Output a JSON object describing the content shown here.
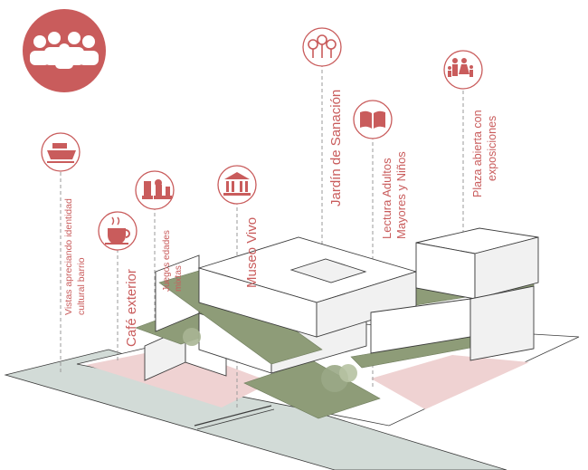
{
  "labels": {
    "vistas": [
      "Vistas apreciando identidad",
      "cultural barrio"
    ],
    "cafe": "Café exterior",
    "juegos": [
      "Juegos edades",
      "mixtas"
    ],
    "museo": "Museo Vivo",
    "jardin": "Jardín de Sanación",
    "lectura": [
      "Lectura Adultos",
      "Mayores y Niños"
    ],
    "plaza": [
      "Plaza abierta con",
      "exposiciones"
    ]
  },
  "icons": {
    "community": "people-group-icon",
    "vistas": "ship-icon",
    "cafe": "coffee-cup-icon",
    "juegos": "chess-pieces-icon",
    "museo": "museum-building-icon",
    "jardin": "trees-icon",
    "lectura": "open-book-icon",
    "plaza": "family-icon"
  },
  "colors": {
    "accent": "#c95c5c",
    "green_roof": "#8e9c78",
    "pink_ground": "#efd2d2",
    "ground": "#d2dbd7"
  }
}
